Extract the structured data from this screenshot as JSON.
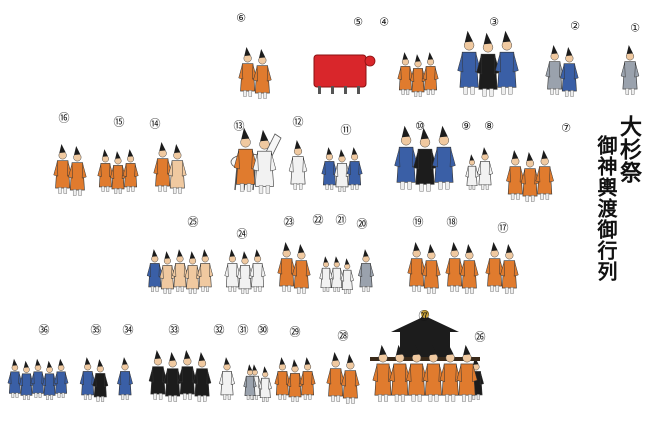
{
  "title": "大杉祭",
  "subtitle": "御神輿渡御行列",
  "colors": {
    "orange": "#e07b2e",
    "black": "#1c1c1c",
    "blue": "#3a5fa6",
    "white": "#f2f2f2",
    "grey": "#9aa2ad",
    "red": "#d9262b",
    "skin": "#f0c9a0",
    "gold": "#c9a23a"
  },
  "groups": [
    {
      "num": "①",
      "colors": [
        "grey"
      ]
    },
    {
      "num": "②",
      "colors": [
        "grey",
        "blue"
      ]
    },
    {
      "num": "③",
      "colors": [
        "blue",
        "black",
        "blue"
      ]
    },
    {
      "num": "④",
      "colors": [
        "orange",
        "orange",
        "orange"
      ]
    },
    {
      "num": "⑤",
      "colors": [
        "red"
      ]
    },
    {
      "num": "⑥",
      "colors": [
        "orange",
        "orange"
      ]
    },
    {
      "num": "⑦",
      "colors": [
        "orange",
        "orange",
        "orange"
      ]
    },
    {
      "num": "⑧",
      "colors": [
        "white"
      ]
    },
    {
      "num": "⑨",
      "colors": [
        "white"
      ]
    },
    {
      "num": "⑩",
      "colors": [
        "blue",
        "black",
        "blue"
      ]
    },
    {
      "num": "⑪",
      "colors": [
        "blue",
        "white",
        "blue"
      ]
    },
    {
      "num": "⑫",
      "colors": [
        "white"
      ]
    },
    {
      "num": "⑬",
      "colors": [
        "orange",
        "white"
      ]
    },
    {
      "num": "⑭",
      "colors": [
        "orange",
        "skin"
      ]
    },
    {
      "num": "⑮",
      "colors": [
        "orange",
        "orange",
        "orange"
      ]
    },
    {
      "num": "⑯",
      "colors": [
        "orange",
        "orange"
      ]
    },
    {
      "num": "⑰",
      "colors": [
        "orange",
        "orange"
      ]
    },
    {
      "num": "⑱",
      "colors": [
        "orange",
        "orange"
      ]
    },
    {
      "num": "⑲",
      "colors": [
        "orange",
        "orange"
      ]
    },
    {
      "num": "⑳",
      "colors": [
        "grey"
      ]
    },
    {
      "num": "㉑",
      "colors": [
        "white",
        "white"
      ]
    },
    {
      "num": "㉒",
      "colors": [
        "white"
      ]
    },
    {
      "num": "㉓",
      "colors": [
        "orange",
        "orange"
      ]
    },
    {
      "num": "㉔",
      "colors": [
        "white",
        "white",
        "white"
      ]
    },
    {
      "num": "㉕",
      "colors": [
        "blue",
        "skin",
        "skin",
        "skin",
        "skin"
      ]
    },
    {
      "num": "㉖",
      "colors": [
        "black"
      ]
    },
    {
      "num": "㉗",
      "colors": [
        "orange",
        "orange",
        "orange",
        "orange",
        "orange",
        "orange"
      ]
    },
    {
      "num": "㉘",
      "colors": [
        "orange",
        "orange"
      ]
    },
    {
      "num": "㉙",
      "colors": [
        "orange",
        "orange",
        "orange"
      ]
    },
    {
      "num": "㉚",
      "colors": [
        "white",
        "white"
      ]
    },
    {
      "num": "㉛",
      "colors": [
        "grey"
      ]
    },
    {
      "num": "㉜",
      "colors": [
        "white"
      ]
    },
    {
      "num": "㉝",
      "colors": [
        "black",
        "black",
        "black",
        "black"
      ]
    },
    {
      "num": "㉞",
      "colors": [
        "blue"
      ]
    },
    {
      "num": "㉟",
      "colors": [
        "blue",
        "black"
      ]
    },
    {
      "num": "㊱",
      "colors": [
        "blue",
        "blue",
        "blue",
        "blue",
        "blue"
      ]
    }
  ]
}
